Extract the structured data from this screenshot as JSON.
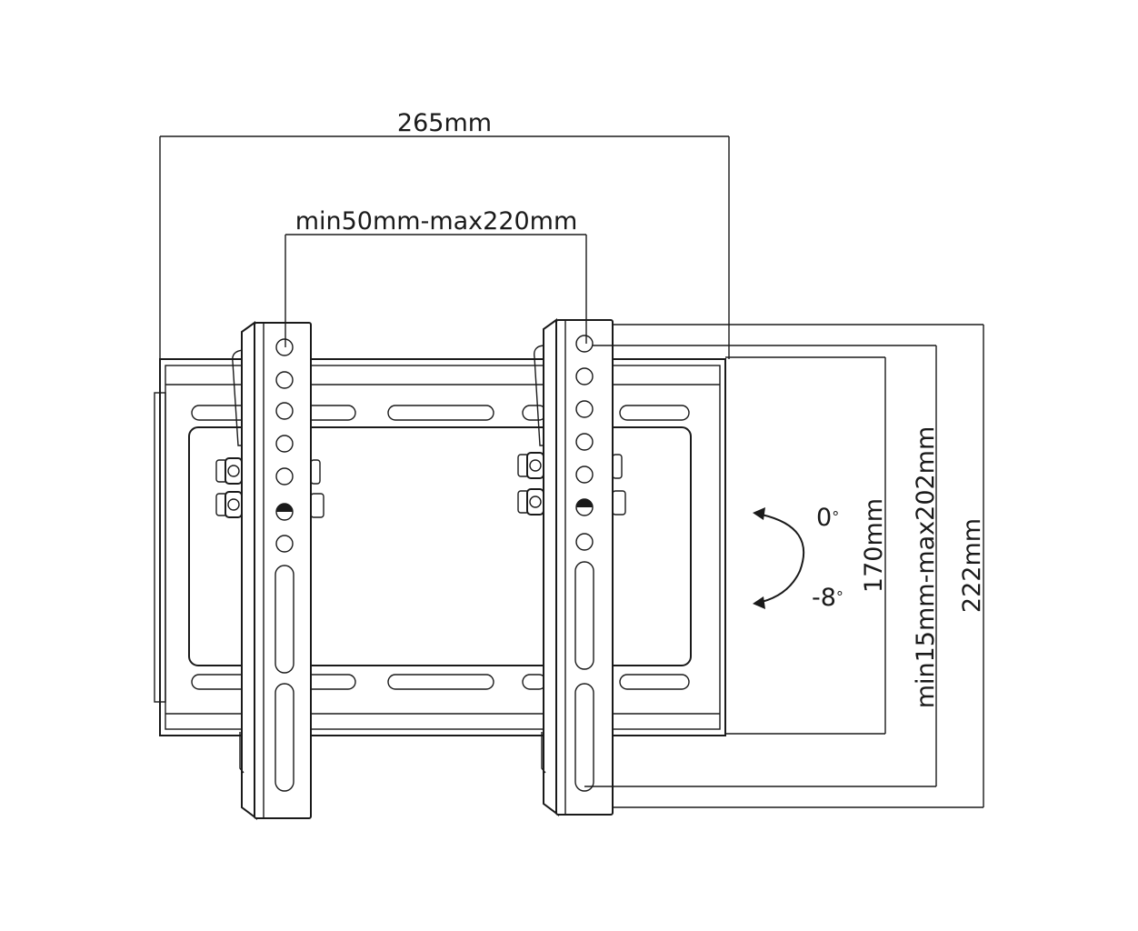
{
  "dimensions": {
    "overall_width": "265mm",
    "bracket_spacing": "min50mm-max220mm",
    "plate_height": "170mm",
    "vesa_vertical": "min15mm-max202mm",
    "overall_height": "222mm"
  },
  "tilt": {
    "upper": "0",
    "lower": "-8",
    "degree_symbol": "°"
  }
}
